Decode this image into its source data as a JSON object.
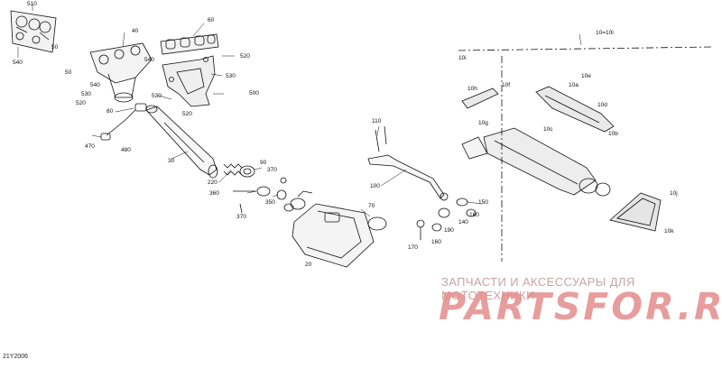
{
  "diagram_code": "21Y2006",
  "watermark": {
    "tagline": "ЗАПЧАСТИ И АКСЕССУАРЫ ДЛЯ МОТОТЕХНИКИ",
    "brand": "PARTSFOR.RU"
  },
  "callouts": [
    "510",
    "540",
    "50",
    "50",
    "40",
    "60",
    "540",
    "520",
    "530",
    "530",
    "540",
    "520",
    "500",
    "530",
    "520",
    "80",
    "470",
    "480",
    "30",
    "90",
    "220",
    "370",
    "360",
    "370",
    "350",
    "70",
    "20",
    "110",
    "100",
    "150",
    "140",
    "160",
    "190",
    "170",
    "160",
    "10=10l",
    "10i",
    "10h",
    "10f",
    "10e",
    "10a",
    "10d",
    "10b",
    "10c",
    "10g",
    "10j",
    "10k"
  ]
}
